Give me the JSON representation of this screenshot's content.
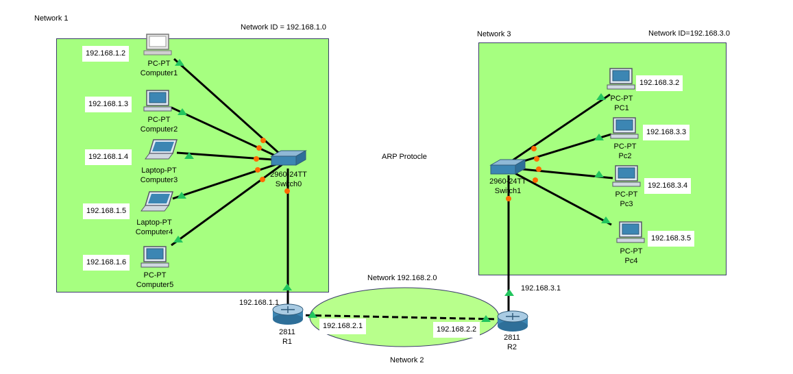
{
  "networks": {
    "net1": {
      "name": "Network 1",
      "id_label": "Network ID = 192.168.1.0"
    },
    "net3": {
      "name": "Network 3",
      "id_label": "Network ID=192.168.3.0"
    },
    "net2": {
      "title": "Network 192.168.2.0",
      "name": "Network 2"
    }
  },
  "center_label": "ARP Protocle",
  "devices": {
    "computer1": {
      "type": "PC-PT",
      "name": "Computer1",
      "ip": "192.168.1.2"
    },
    "computer2": {
      "type": "PC-PT",
      "name": "Computer2",
      "ip": "192.168.1.3"
    },
    "computer3": {
      "type": "Laptop-PT",
      "name": "Computer3",
      "ip": "192.168.1.4"
    },
    "computer4": {
      "type": "Laptop-PT",
      "name": "Computer4",
      "ip": "192.168.1.5"
    },
    "computer5": {
      "type": "PC-PT",
      "name": "Computer5",
      "ip": "192.168.1.6"
    },
    "switch0": {
      "type": "2960-24TT",
      "name": "Switch0"
    },
    "switch1": {
      "type": "2960-24TT",
      "name": "Switch1"
    },
    "pc1": {
      "type": "PC-PT",
      "name": "PC1",
      "ip": "192.168.3.2"
    },
    "pc2": {
      "type": "PC-PT",
      "name": "Pc2",
      "ip": "192.168.3.3"
    },
    "pc3": {
      "type": "PC-PT",
      "name": "Pc3",
      "ip": "192.168.3.4"
    },
    "pc4": {
      "type": "PC-PT",
      "name": "Pc4",
      "ip": "192.168.3.5"
    },
    "r1": {
      "type": "2811",
      "name": "R1",
      "ip_lan": "192.168.1.1",
      "ip_wan": "192.168.2.1"
    },
    "r2": {
      "type": "2811",
      "name": "R2",
      "ip_lan": "192.168.3.1",
      "ip_wan": "192.168.2.2"
    }
  },
  "colors": {
    "zone_fill": "#a6ff80",
    "wan_fill": "#b8ff8c",
    "link_up": "#22c55e",
    "link_down": "#ff6a00"
  }
}
